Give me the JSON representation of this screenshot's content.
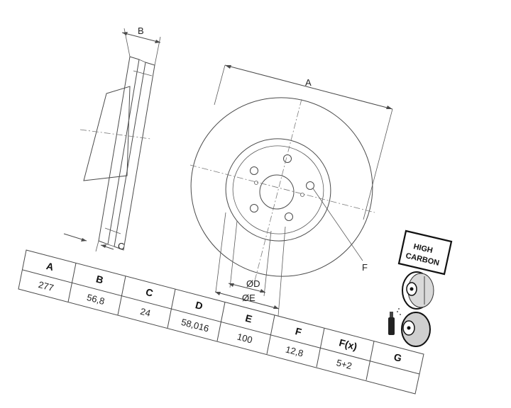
{
  "dimension_labels": {
    "a": "A",
    "b": "B",
    "c": "C",
    "d": "ØD",
    "e": "ØE",
    "f": "F"
  },
  "badge": {
    "line1": "HIGH",
    "line2": "CARBON"
  },
  "table": {
    "headers": [
      "A",
      "B",
      "C",
      "D",
      "E",
      "F",
      "F(x)",
      "G"
    ],
    "values": [
      "277",
      "56,8",
      "24",
      "58,016",
      "100",
      "12,8",
      "5+2",
      ""
    ]
  }
}
